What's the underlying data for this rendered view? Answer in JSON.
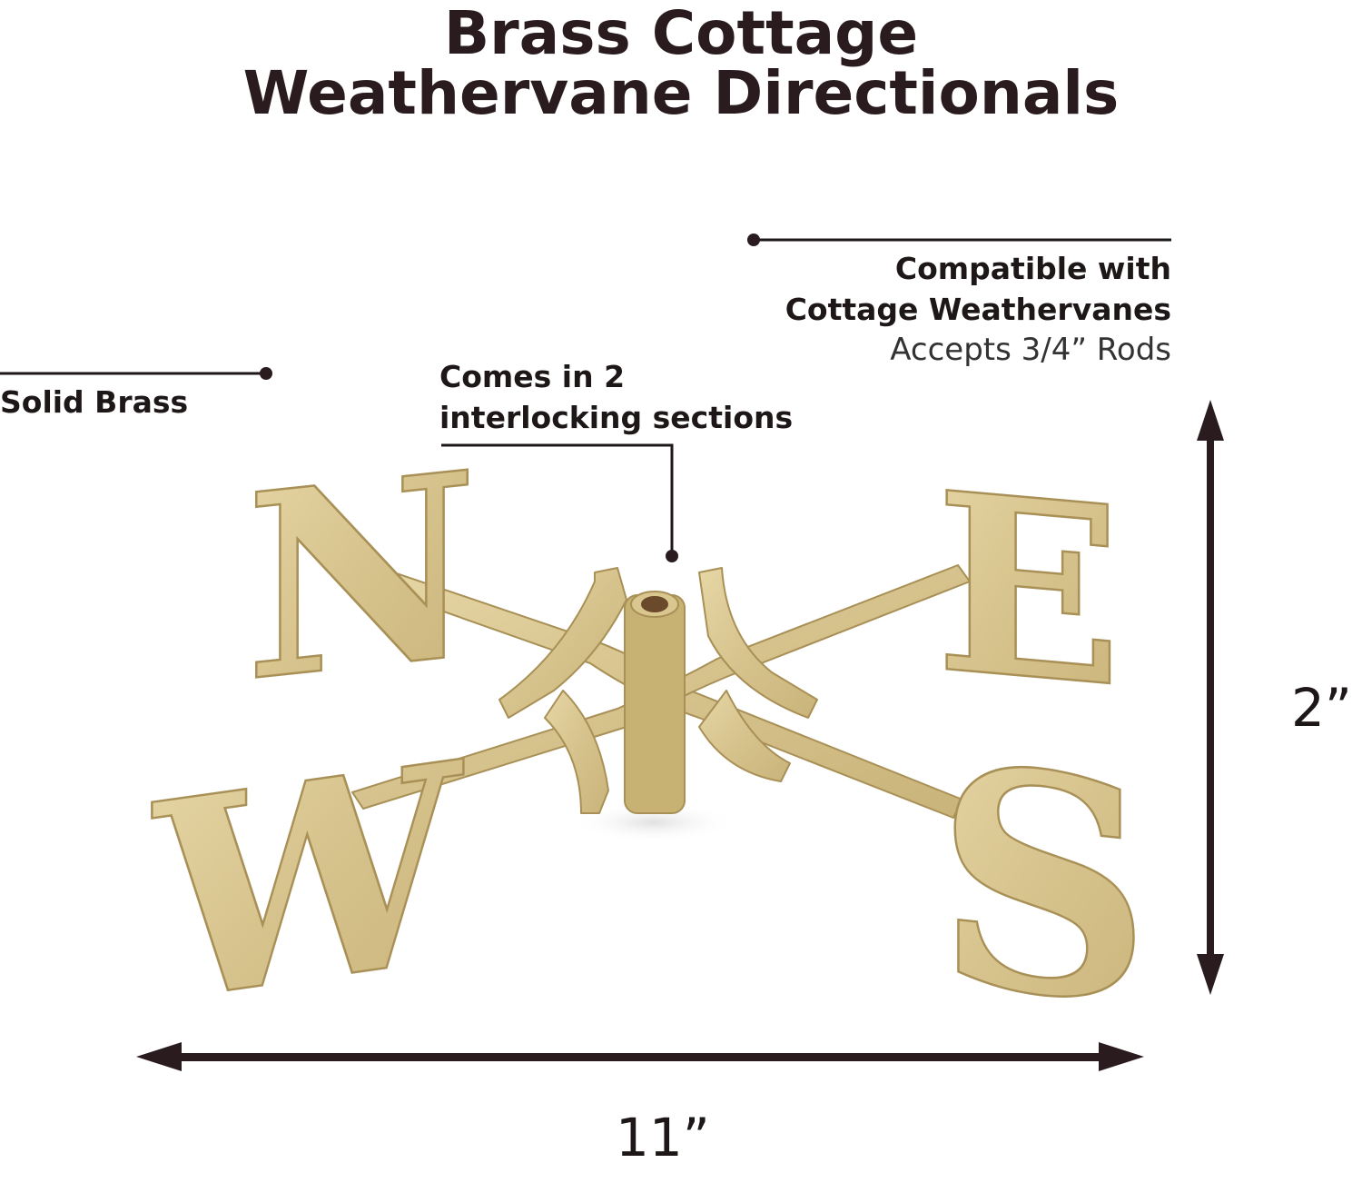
{
  "title": {
    "line1": "Brass Cottage",
    "line2": "Weathervane Directionals"
  },
  "callouts": {
    "compatible": {
      "line1": "Compatible with",
      "line2": "Cottage Weathervanes",
      "sub": "Accepts 3/4” Rods"
    },
    "material": {
      "label": "Solid Brass"
    },
    "sections": {
      "line1": "Comes in 2",
      "line2": "interlocking sections"
    }
  },
  "dimensions": {
    "height": "2”",
    "width": "11”"
  },
  "product": {
    "letters": [
      "N",
      "E",
      "W",
      "S"
    ],
    "color": "#d8c48e",
    "shade": "#b9a468",
    "highlight": "#ecdfb6"
  },
  "colors": {
    "text": "#2a1c1e",
    "arrow": "#2a1c1e",
    "background": "#ffffff"
  }
}
